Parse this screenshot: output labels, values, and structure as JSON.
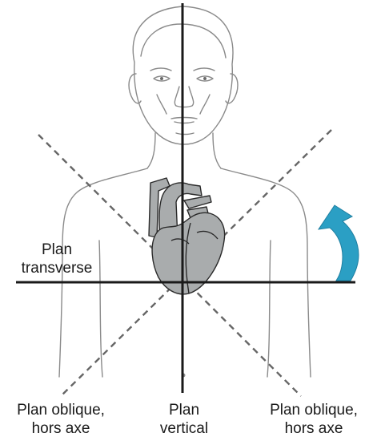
{
  "labels": {
    "transverse": {
      "line1": "Plan",
      "line2": "transverse"
    },
    "oblique_left": {
      "line1": "Plan oblique,",
      "line2": "hors axe"
    },
    "vertical": {
      "line1": "Plan",
      "line2": "vertical"
    },
    "oblique_right": {
      "line1": "Plan oblique,",
      "line2": "hors axe"
    }
  },
  "colors": {
    "outline": "#8a8a8a",
    "plane_line": "#1a1a1a",
    "oblique_line": "#666666",
    "heart_fill": "#a9acad",
    "arrow_fill": "#2b9fc4"
  },
  "icons": {
    "rotation": "curved-arrow-icon",
    "heart": "heart-icon"
  }
}
